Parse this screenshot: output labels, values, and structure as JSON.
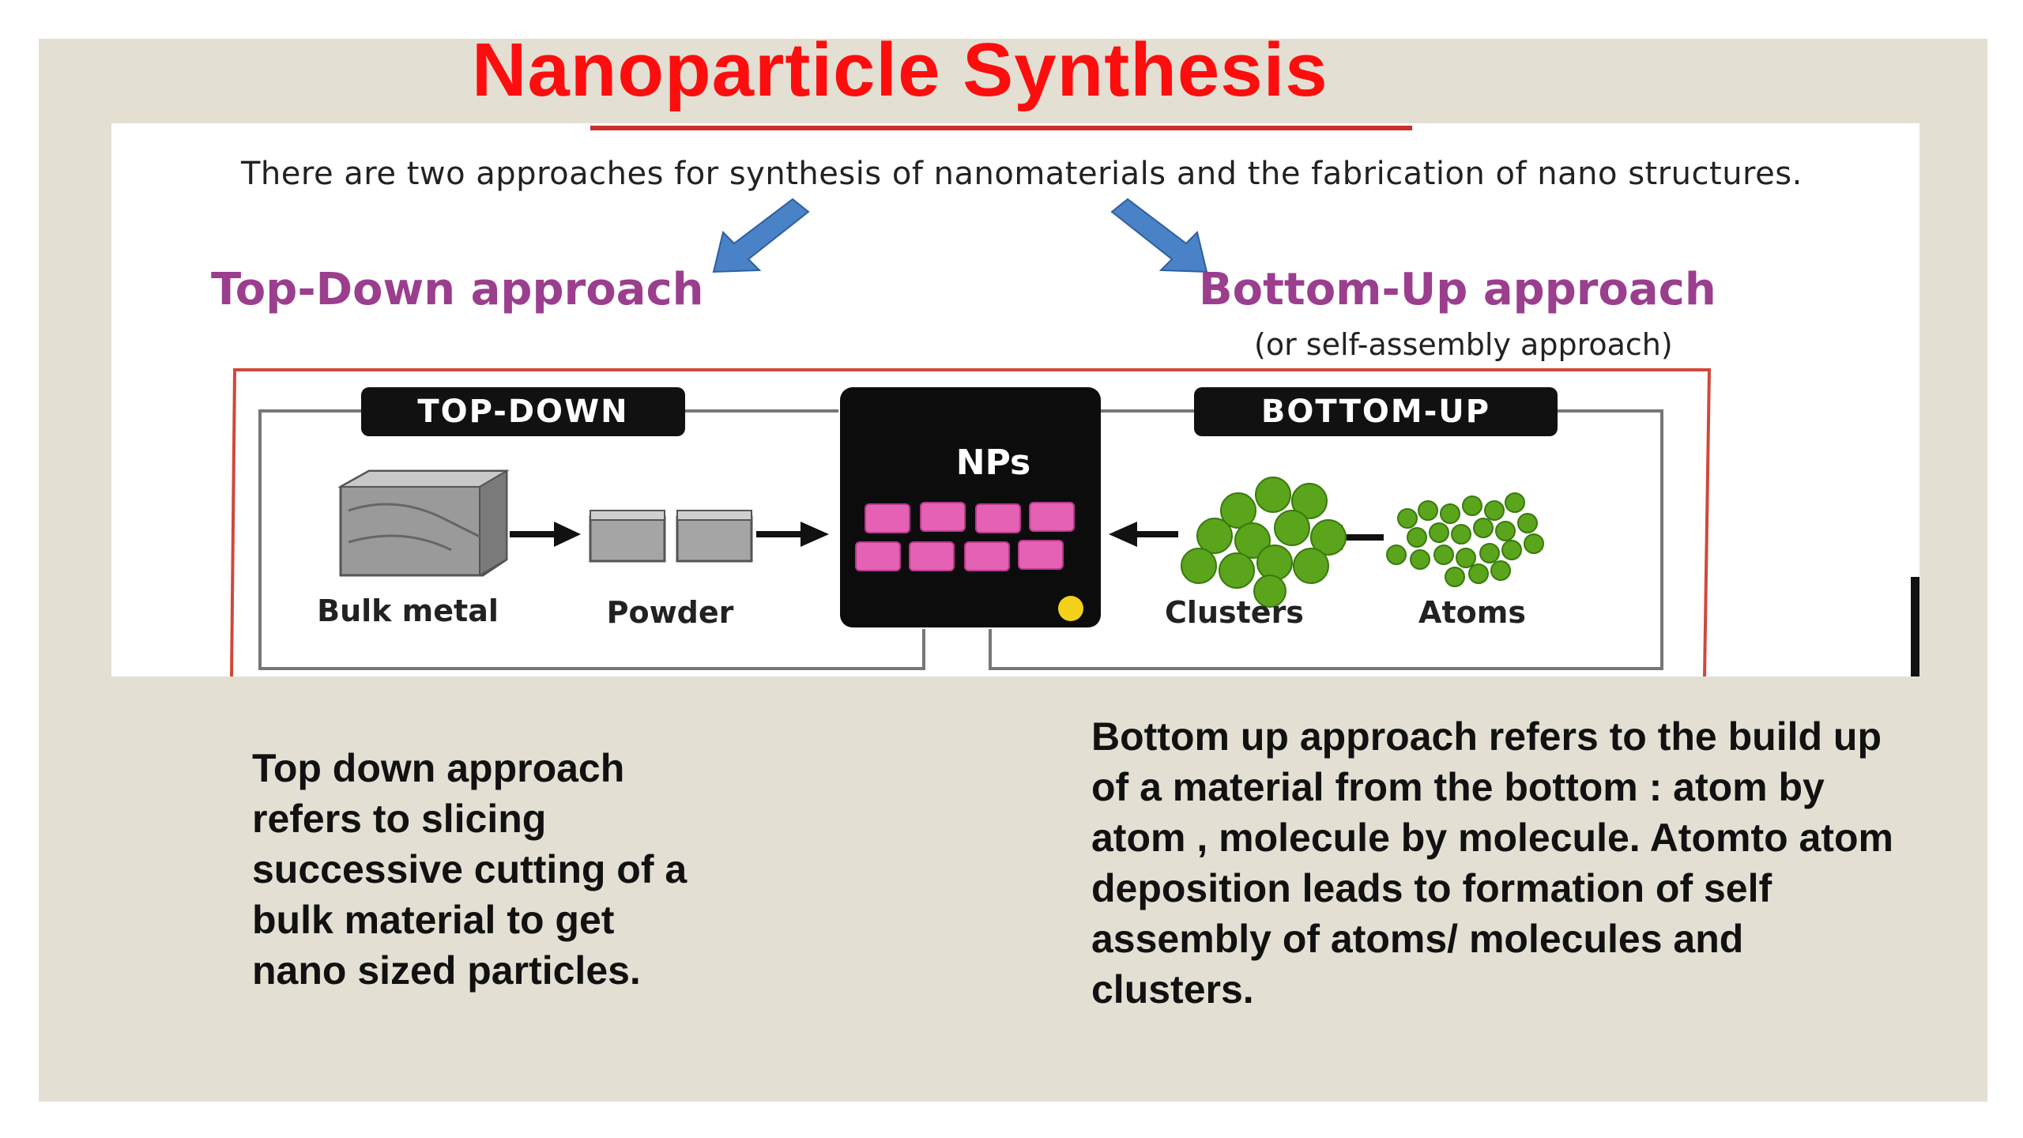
{
  "title": "Nanoparticle Synthesis",
  "figure": {
    "intro": "There are two approaches for synthesis of nanomaterials and the fabrication of nano structures.",
    "top_down_heading": "Top-Down approach",
    "bottom_up_heading": "Bottom-Up approach",
    "bottom_up_subheading": "(or self-assembly approach)",
    "diagram": {
      "top_down_label": "TOP-DOWN",
      "bottom_up_label": "BOTTOM-UP",
      "center_label": "NPs",
      "items": [
        "Bulk metal",
        "Powder",
        "Clusters",
        "Atoms"
      ]
    },
    "colors": {
      "arrow_blue": "#4a82c8",
      "np_pink": "#e461b4",
      "cluster_green": "#5aa51c"
    }
  },
  "descriptions": {
    "top_down": "Top down approach refers to slicing successive cutting of a bulk material to get nano sized particles.",
    "bottom_up": "Bottom up approach refers to the build up of a material from the bottom : atom by atom , molecule by molecule. Atomto atom deposition leads to formation of self assembly of atoms/ molecules and clusters."
  }
}
